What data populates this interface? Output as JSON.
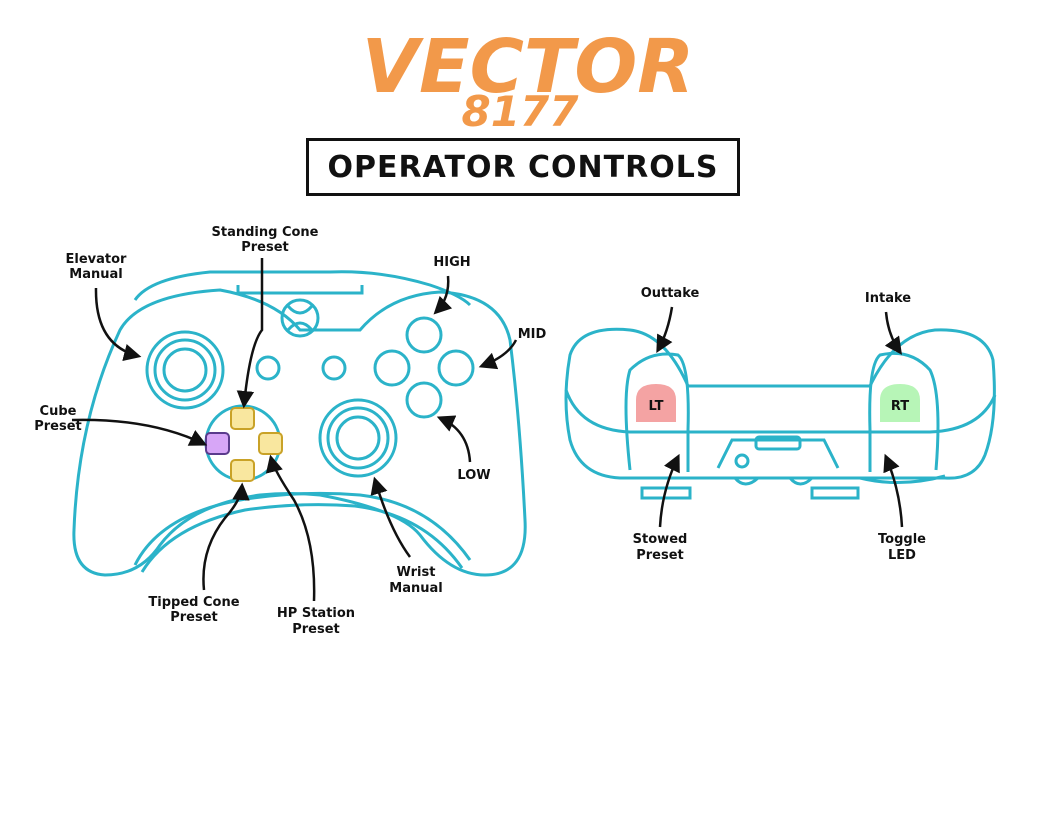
{
  "logo": {
    "line1": "VECTOR",
    "line2": "8177",
    "color": "#f2994a"
  },
  "title": "OPERATOR CONTROLS",
  "colors": {
    "outline": "#2bb3c9",
    "dpad_yellow": "#f9e79f",
    "dpad_purple": "#d7a6f7",
    "lt_fill": "#f4a3a3",
    "rt_fill": "#b7f5b7"
  },
  "front_labels": {
    "elevator_manual": [
      "Elevator",
      "Manual"
    ],
    "standing_cone": [
      "Standing Cone",
      "Preset"
    ],
    "high": "HIGH",
    "mid": "MID",
    "low": "LOW",
    "cube_preset": [
      "Cube",
      "Preset"
    ],
    "tipped_cone": [
      "Tipped Cone",
      "Preset"
    ],
    "hp_station": [
      "HP Station",
      "Preset"
    ],
    "wrist_manual": [
      "Wrist",
      "Manual"
    ]
  },
  "top_labels": {
    "outtake": "Outtake",
    "intake": "Intake",
    "stowed_preset": [
      "Stowed",
      "Preset"
    ],
    "toggle_led": [
      "Toggle",
      "LED"
    ],
    "lt": "LT",
    "rt": "RT"
  }
}
